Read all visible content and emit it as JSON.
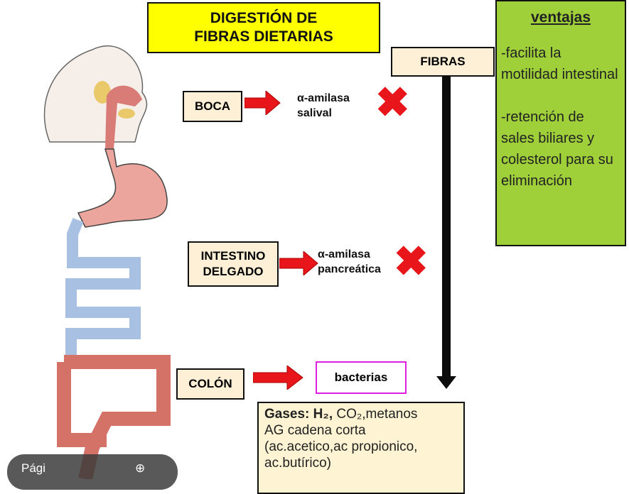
{
  "title": {
    "line1": "DIGESTIÓN DE",
    "line2": "FIBRAS DIETARIAS"
  },
  "fibras_label": "FIBRAS",
  "stages": [
    {
      "organ": "BOCA",
      "enzyme1": "α-amilasa",
      "enzyme2": "salival"
    },
    {
      "organ1": "INTESTINO",
      "organ2": "DELGADO",
      "enzyme1": "α-amilasa",
      "enzyme2": "pancreática"
    },
    {
      "organ": "COLÓN",
      "result": "bacterias"
    }
  ],
  "ventajas": {
    "heading": "ventajas",
    "item1": "-facilita la motilidad intestinal",
    "item2": "-retención de sales biliares y colesterol para su eliminación"
  },
  "products": {
    "gases_label": "Gases:",
    "h2": "H₂,",
    "rest1": " CO₂,metanos",
    "line2": "AG cadena corta",
    "line3": "(ac.acetico,ac propionico,",
    "line4": "ac.butírico)"
  },
  "viewer": {
    "page_label": "Pági"
  },
  "colors": {
    "arrow": "#e8161b",
    "title_bg": "#ffff00",
    "ventajas_bg": "#9fd03a",
    "bacteria_border": "#e020e0"
  }
}
